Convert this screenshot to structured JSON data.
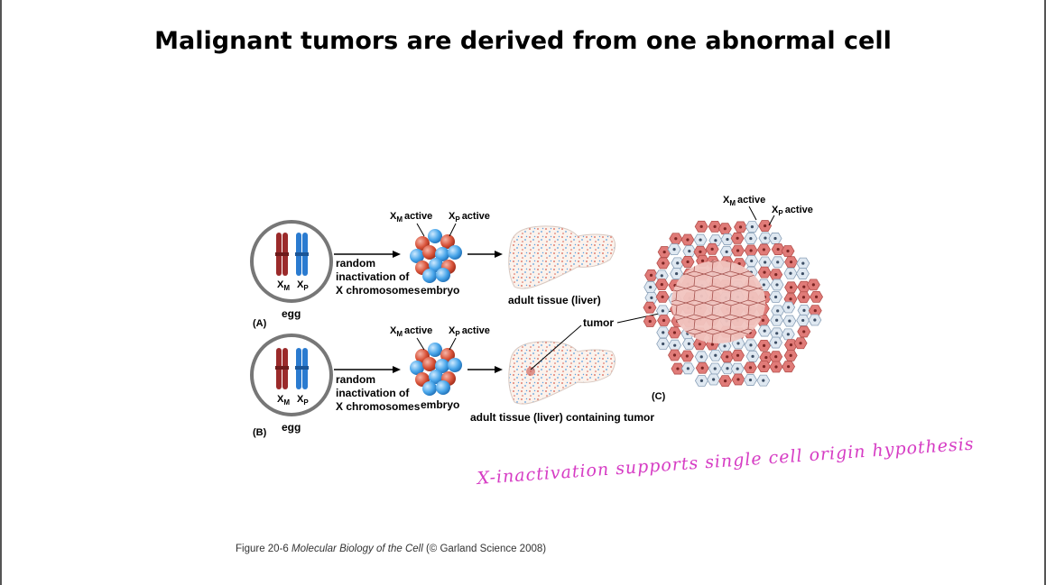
{
  "slide": {
    "title": "Malignant tumors are derived from one abnormal cell",
    "annotation": "X-inactivation supports single cell origin hypothesis"
  },
  "figure": {
    "panel_a": {
      "label": "(A)",
      "tissue": "adult tissue (liver)"
    },
    "panel_b": {
      "label": "(B)",
      "tissue": "adult tissue (liver) containing tumor"
    },
    "panel_c": {
      "label": "(C)"
    },
    "egg": "egg",
    "chromosome_m": "X",
    "chromosome_m_sub": "M",
    "chromosome_p": "X",
    "chromosome_p_sub": "P",
    "xm_active_x": "X",
    "xm_active_sub": "M",
    "xp_active_x": "X",
    "xp_active_sub": "P",
    "active_word": "active",
    "random": "random",
    "inactivation_of": "inactivation of",
    "x_chromosomes": "X chromosomes",
    "embryo": "embryo",
    "tumor": "tumor",
    "colors": {
      "maternal": "#9b2a2a",
      "paternal": "#2a7bd0",
      "cell_red": "#e07b78",
      "cell_blue": "#dfe8f1"
    }
  },
  "caption": {
    "prefix": "Figure 20-6 ",
    "book": "Molecular Biology of the Cell",
    "suffix": " (© Garland Science 2008)"
  }
}
